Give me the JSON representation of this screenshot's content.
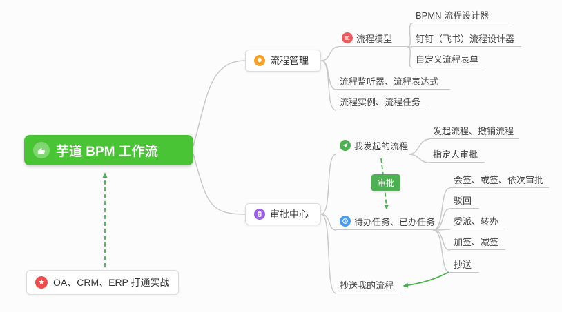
{
  "root": {
    "label": "芋道 BPM 工作流"
  },
  "practice": {
    "label": "OA、CRM、ERP 打通实战"
  },
  "process_management": {
    "label": "流程管理",
    "process_model": {
      "label": "流程模型",
      "children": [
        "BPMN 流程设计器",
        "钉钉（飞书）流程设计器",
        "自定义流程表单"
      ]
    },
    "listener": {
      "label": "流程监听器、流程表达式"
    },
    "instance": {
      "label": "流程实例、流程任务"
    }
  },
  "approval_center": {
    "label": "审批中心",
    "my_initiated": {
      "label": "我发起的流程",
      "children": [
        "发起流程、撤销流程",
        "指定人审批"
      ]
    },
    "approval_badge": "审批",
    "tasks": {
      "label": "待办任务、已办任务",
      "children": [
        "会签、或签、依次审批",
        "驳回",
        "委派、转办",
        "加签、减签",
        "抄送"
      ]
    },
    "cc": {
      "label": "抄送我的流程"
    }
  },
  "colors": {
    "root_bg": "#49c434",
    "badge_bg": "#4db052",
    "arrow_green": "#4db052",
    "connector_grey": "#c9c9c9",
    "icon_orange": "#f7a227",
    "icon_red": "#ef5b5b",
    "icon_purple": "#9a62e3",
    "icon_green": "#4db052",
    "icon_blue": "#4d9bf0",
    "icon_star_red": "#f04b4b"
  }
}
